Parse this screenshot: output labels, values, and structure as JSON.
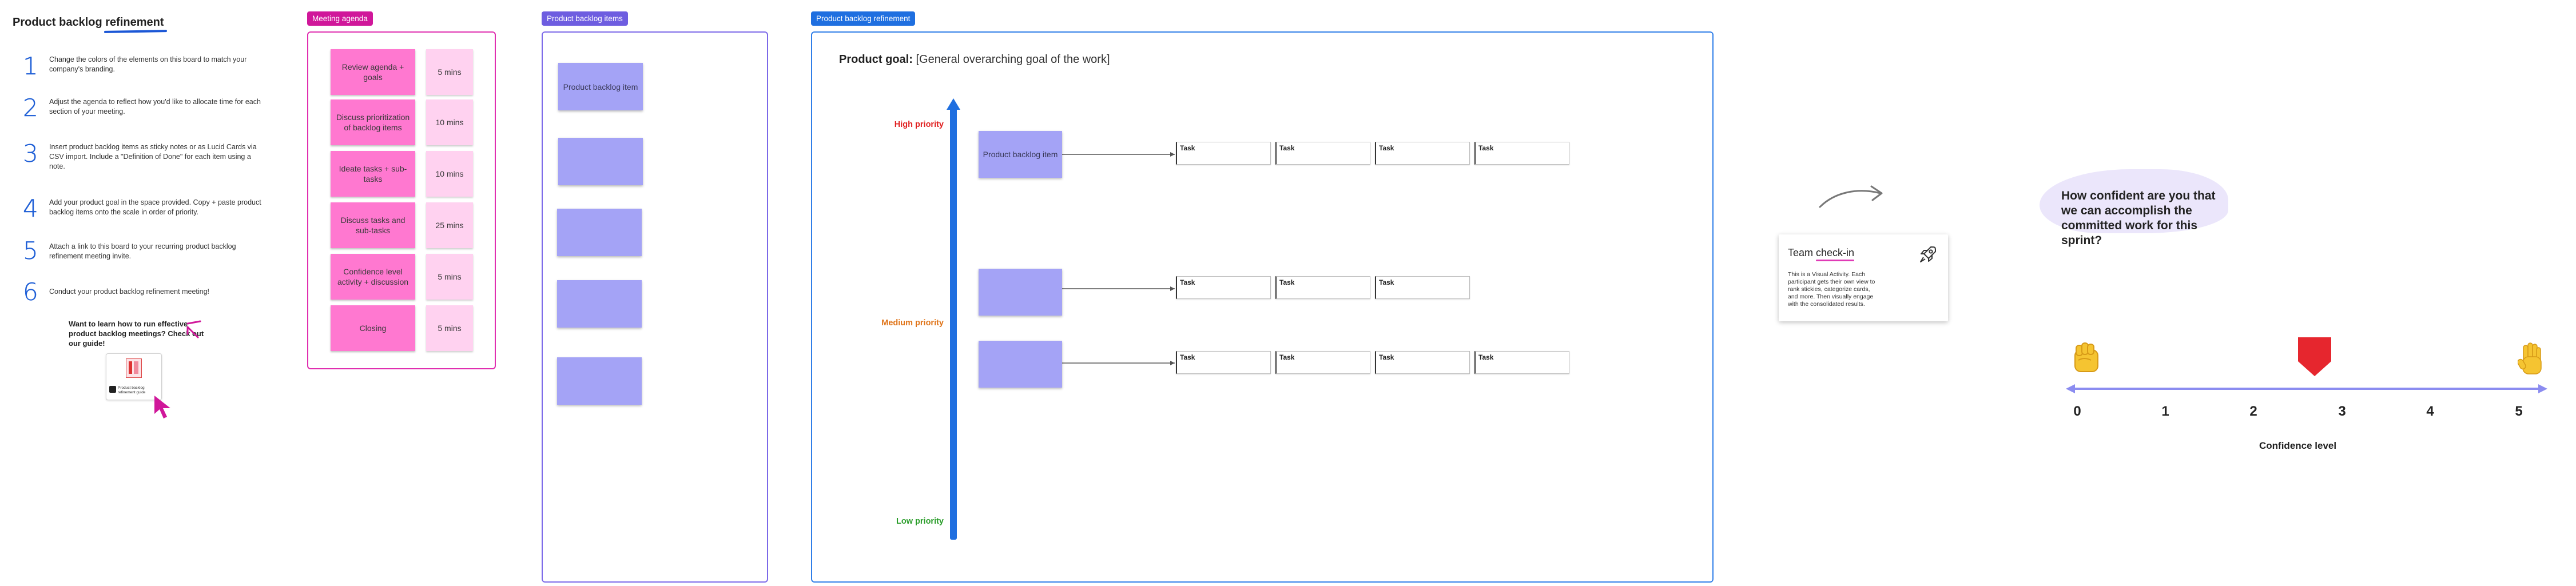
{
  "instructions": {
    "title_prefix": "Product backlog",
    "title_underlined": "refinement",
    "steps": [
      {
        "num": "1",
        "text": "Change the colors of the elements on this board to match your company's branding."
      },
      {
        "num": "2",
        "text": "Adjust the agenda to reflect how you'd like to allocate time for each section of your meeting."
      },
      {
        "num": "3",
        "text": "Insert product backlog items as sticky notes or as Lucid Cards via CSV import. Include a \"Definition of Done\" for each item using a note."
      },
      {
        "num": "4",
        "text": "Add your product goal in the space provided. Copy + paste product backlog items onto the scale in order of priority."
      },
      {
        "num": "5",
        "text": "Attach a link to this board to your recurring product backlog refinement meeting invite."
      },
      {
        "num": "6",
        "text": "Conduct your product backlog refinement meeting!"
      }
    ],
    "guide_text": "Want to learn how to run effective product backlog meetings? Check out our guide!",
    "guide_card_caption": "Product backlog refinement guide",
    "accent_color": "#1f5fd6",
    "pointer_color": "#d0179a"
  },
  "agenda": {
    "label": "Meeting agenda",
    "color": "#d0179a",
    "items": [
      {
        "title": "Review agenda + goals",
        "time": "5 mins"
      },
      {
        "title": "Discuss prioritization of backlog items",
        "time": "10 mins"
      },
      {
        "title": "Ideate tasks + sub-tasks",
        "time": "10 mins"
      },
      {
        "title": "Discuss tasks and sub-tasks",
        "time": "25 mins"
      },
      {
        "title": "Confidence level activity + discussion",
        "time": "5 mins"
      },
      {
        "title": "Closing",
        "time": "5 mins"
      }
    ]
  },
  "backlog": {
    "label": "Product backlog items",
    "color": "#6e5de0",
    "items": [
      "Product backlog item",
      "",
      "",
      "",
      ""
    ]
  },
  "refinement": {
    "label": "Product backlog refinement",
    "color": "#1f6fe0",
    "goal_label": "Product goal:",
    "goal_value": "[General overarching goal of the work]",
    "priorities": {
      "high": {
        "label": "High priority",
        "color": "#e02020"
      },
      "medium": {
        "label": "Medium priority",
        "color": "#e0751a"
      },
      "low": {
        "label": "Low priority",
        "color": "#2a9d2a"
      }
    },
    "rows": [
      {
        "item": "Product backlog item",
        "tasks": [
          "Task",
          "Task",
          "Task",
          "Task"
        ]
      },
      {
        "item": "",
        "tasks": [
          "Task",
          "Task",
          "Task"
        ]
      },
      {
        "item": "",
        "tasks": [
          "Task",
          "Task",
          "Task",
          "Task"
        ]
      }
    ]
  },
  "checkin": {
    "title_prefix": "Team",
    "title_underlined": "check-in",
    "body": "This is a Visual Activity. Each participant gets their own view to rank stickies, categorize cards, and more. Then visually engage with the consolidated results."
  },
  "confidence": {
    "question": "How confident are you that we can accomplish the committed work for this sprint?",
    "scale": [
      "0",
      "1",
      "2",
      "3",
      "4",
      "5"
    ],
    "label": "Confidence level",
    "scale_color": "#8b8cf0"
  }
}
